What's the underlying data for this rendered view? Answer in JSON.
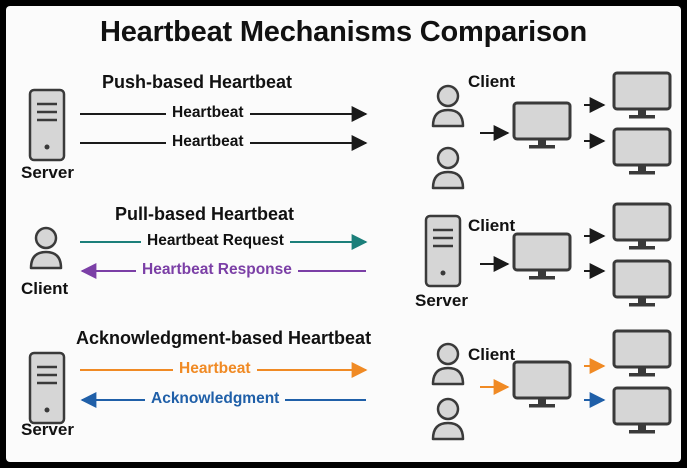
{
  "title": "Heartbeat Mechanisms Comparison",
  "sections": {
    "push": {
      "heading": "Push-based Heartbeat",
      "left_label": "Server",
      "arrow1": "Heartbeat",
      "arrow2": "Heartbeat",
      "right_label": "Client"
    },
    "pull": {
      "heading": "Pull-based Heartbeat",
      "left_label": "Client",
      "arrow1": "Heartbeat Request",
      "arrow2": "Heartbeat Response",
      "right_top_label": "Client",
      "right_bottom_label": "Server"
    },
    "ack": {
      "heading": "Acknowledgment-based Heartbeat",
      "left_label": "Server",
      "arrow1": "Heartbeat",
      "arrow2": "Acknowledgment",
      "right_label": "Client"
    }
  },
  "colors": {
    "dark": "#1a1a1a",
    "teal": "#1b7f7a",
    "purple": "#7b3fa6",
    "orange": "#f08a24",
    "blue": "#1f5fa8",
    "icon_fill": "#d6d6d6",
    "icon_stroke": "#3a3a3a"
  },
  "icons": [
    "server-icon",
    "user-icon",
    "monitor-icon"
  ]
}
